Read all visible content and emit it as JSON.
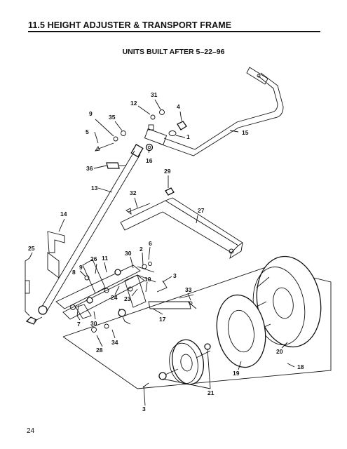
{
  "section_title": "11.5  HEIGHT ADJUSTER & TRANSPORT FRAME",
  "subtitle": "UNITS BUILT AFTER 5–22–96",
  "page_number": "24",
  "callouts": {
    "c1": "1",
    "c2": "2",
    "c3a": "3",
    "c3b": "3",
    "c4": "4",
    "c5": "5",
    "c6": "6",
    "c7": "7",
    "c8": "8",
    "c9a": "9",
    "c9b": "9",
    "c10": "10",
    "c11": "11",
    "c12": "12",
    "c13": "13",
    "c14": "14",
    "c15": "15",
    "c16": "16",
    "c17": "17",
    "c18": "18",
    "c19": "19",
    "c20": "20",
    "c21": "21",
    "c23": "23",
    "c24": "24",
    "c25": "25",
    "c26": "26",
    "c27": "27",
    "c28": "28",
    "c29": "29",
    "c30a": "30",
    "c30b": "30",
    "c31": "31",
    "c32": "32",
    "c33": "33",
    "c34": "34",
    "c35": "35",
    "c36": "36"
  }
}
